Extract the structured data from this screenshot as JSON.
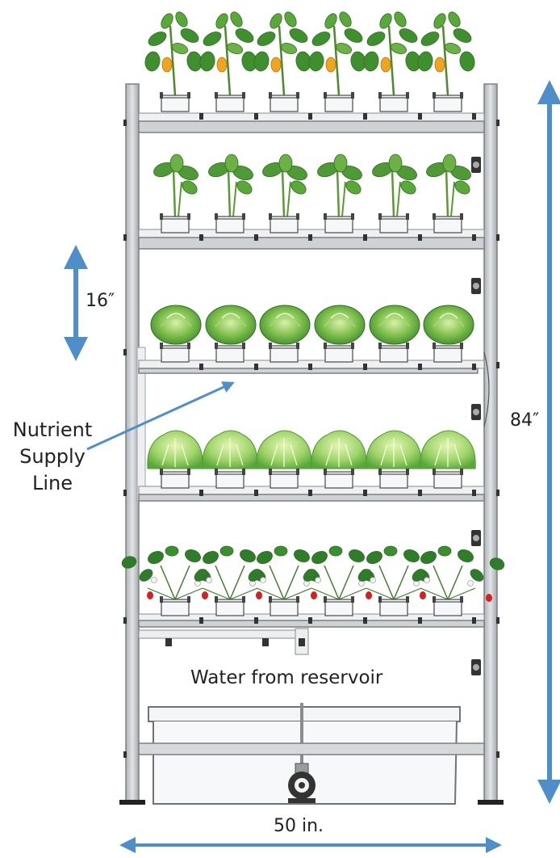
{
  "labels": {
    "tier_spacing": "16″",
    "total_height": "84″",
    "total_width": "50 in.",
    "water_source": "Water from reservoir",
    "supply_line": [
      "Nutrient",
      "Supply",
      "Line"
    ]
  },
  "tiers": [
    {
      "crop": "pepper-plant"
    },
    {
      "crop": "herb-seedling"
    },
    {
      "crop": "cabbage-head"
    },
    {
      "crop": "leaf-lettuce"
    },
    {
      "crop": "strawberry-plant"
    }
  ],
  "plants_per_tier": 6,
  "colors": {
    "frame": "#c9ccd0",
    "frame_edge": "#7d8084",
    "arrow": "#4f8fc9",
    "leaf_dark": "#3f8f2e",
    "leaf_light": "#8ccf5a",
    "pepper": "#f0a520",
    "berry": "#d42020"
  }
}
